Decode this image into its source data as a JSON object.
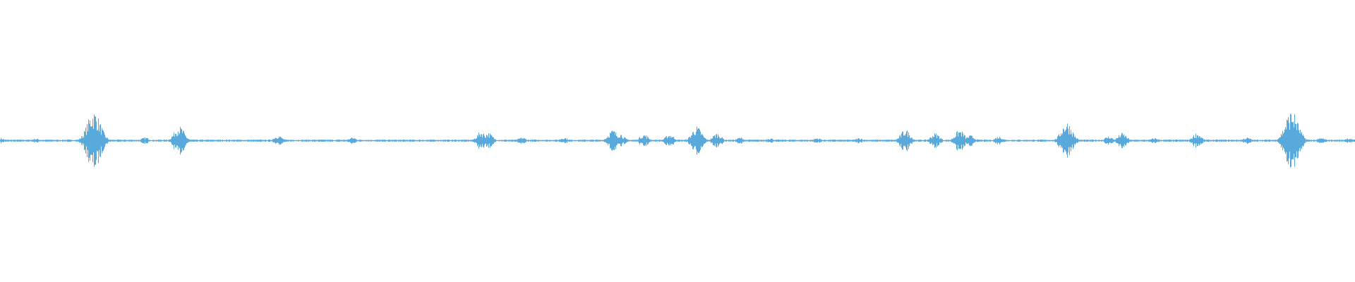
{
  "waveform": {
    "color": "#5aa9dd",
    "peaks": [
      {
        "t": 0.0,
        "amp": 0.05
      },
      {
        "t": 0.026,
        "amp": 0.04
      },
      {
        "t": 0.069,
        "amp": 0.55
      },
      {
        "t": 0.107,
        "amp": 0.06
      },
      {
        "t": 0.132,
        "amp": 0.27
      },
      {
        "t": 0.205,
        "amp": 0.1
      },
      {
        "t": 0.26,
        "amp": 0.06
      },
      {
        "t": 0.355,
        "amp": 0.17
      },
      {
        "t": 0.36,
        "amp": 0.15
      },
      {
        "t": 0.385,
        "amp": 0.06
      },
      {
        "t": 0.416,
        "amp": 0.06
      },
      {
        "t": 0.452,
        "amp": 0.2
      },
      {
        "t": 0.457,
        "amp": 0.14
      },
      {
        "t": 0.475,
        "amp": 0.12
      },
      {
        "t": 0.494,
        "amp": 0.12
      },
      {
        "t": 0.514,
        "amp": 0.26
      },
      {
        "t": 0.529,
        "amp": 0.14
      },
      {
        "t": 0.546,
        "amp": 0.06
      },
      {
        "t": 0.568,
        "amp": 0.05
      },
      {
        "t": 0.603,
        "amp": 0.05
      },
      {
        "t": 0.634,
        "amp": 0.05
      },
      {
        "t": 0.668,
        "amp": 0.21
      },
      {
        "t": 0.69,
        "amp": 0.14
      },
      {
        "t": 0.708,
        "amp": 0.2
      },
      {
        "t": 0.716,
        "amp": 0.1
      },
      {
        "t": 0.737,
        "amp": 0.08
      },
      {
        "t": 0.787,
        "amp": 0.35
      },
      {
        "t": 0.818,
        "amp": 0.08
      },
      {
        "t": 0.828,
        "amp": 0.14
      },
      {
        "t": 0.852,
        "amp": 0.05
      },
      {
        "t": 0.883,
        "amp": 0.14
      },
      {
        "t": 0.92,
        "amp": 0.06
      },
      {
        "t": 0.953,
        "amp": 0.55
      },
      {
        "t": 0.975,
        "amp": 0.05
      },
      {
        "t": 0.995,
        "amp": 0.05
      }
    ]
  }
}
